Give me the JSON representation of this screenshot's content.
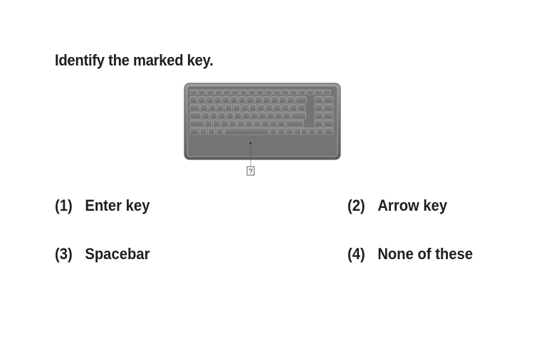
{
  "question": "Identify the marked key.",
  "marker_label": "?",
  "options": [
    {
      "number": "(1)",
      "text": "Enter key"
    },
    {
      "number": "(2)",
      "text": "Arrow key"
    },
    {
      "number": "(3)",
      "text": "Spacebar"
    },
    {
      "number": "(4)",
      "text": "None of these"
    }
  ]
}
